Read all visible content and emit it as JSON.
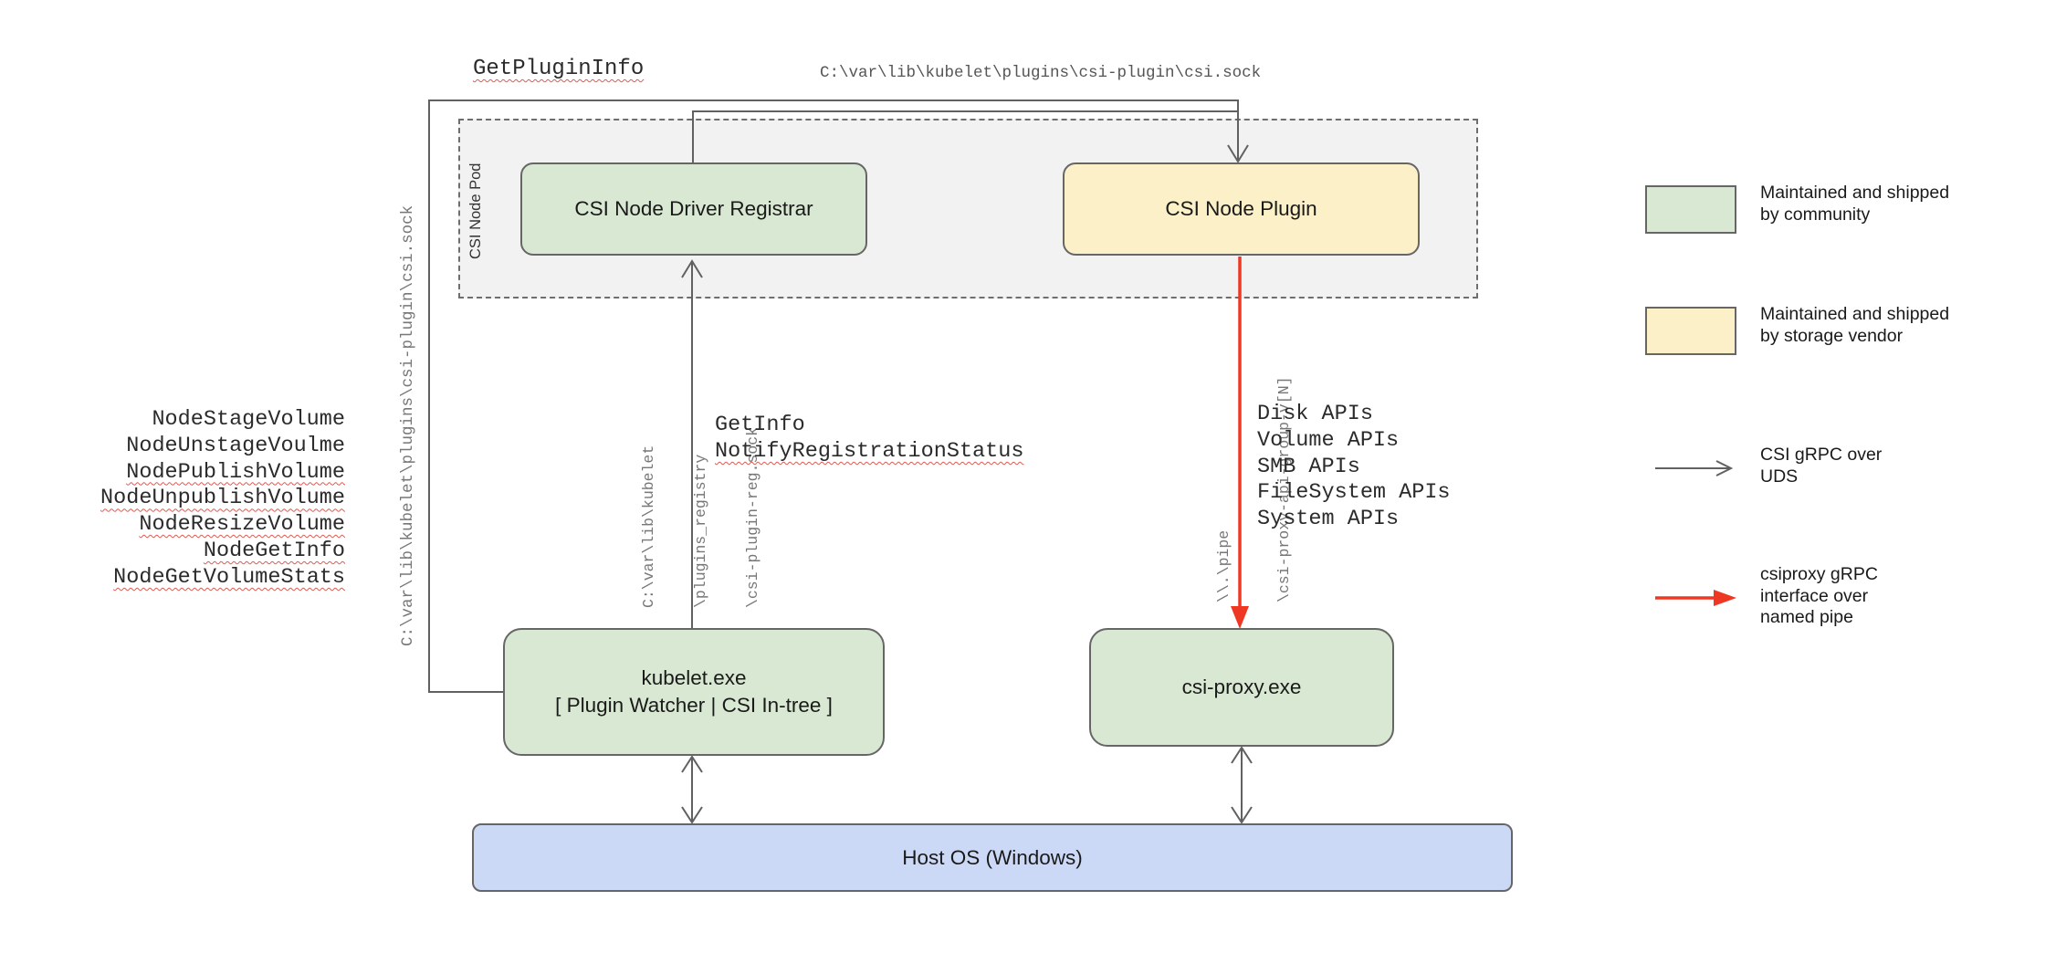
{
  "colors": {
    "community_green": "#d9e8d3",
    "vendor_yellow": "#fbf0c7",
    "host_blue": "#ccd9f6",
    "line_gray": "#616161",
    "pipe_red": "#ef3823",
    "squiggle_red": "#dd5a50",
    "pod_fill": "#f2f2f2"
  },
  "boxes": {
    "pod": "CSI Node Pod",
    "registrar": "CSI Node Driver Registrar",
    "plugin": "CSI Node Plugin",
    "kubelet_line1": "kubelet.exe",
    "kubelet_line2": "[ Plugin Watcher | CSI In-tree ]",
    "csi_proxy": "csi-proxy.exe",
    "host": "Host OS (Windows)"
  },
  "labels": {
    "get_plugin_info": "GetPluginInfo",
    "csi_sock_top": "C:\\var\\lib\\kubelet\\plugins\\csi-plugin\\csi.sock",
    "csi_sock_left": "C:\\var\\lib\\kubelet\\plugins\\csi-plugin\\csi.sock",
    "registry_sock": [
      "C:\\var\\lib\\kubelet",
      "\\plugins_registry",
      "\\csi-plugin-reg.sock"
    ],
    "pipe": [
      "\\\\.\\pipe",
      "\\csi-proxy-api-group-v[N]"
    ],
    "get_info": "GetInfo",
    "notify": "NotifyRegistrationStatus"
  },
  "lists": {
    "node_apis": [
      "NodeStageVolume",
      "NodeUnstageVoulme",
      "NodePublishVolume",
      "NodeUnpublishVolume",
      "NodeResizeVolume",
      "NodeGetInfo",
      "NodeGetVolumeStats"
    ],
    "proxy_apis": [
      "Disk APIs",
      "Volume APIs",
      "SMB APIs",
      "FileSystem APIs",
      "System APIs"
    ]
  },
  "legend": [
    {
      "swatch": "green",
      "lines": [
        "Maintained and shipped",
        "by community"
      ]
    },
    {
      "swatch": "yellow",
      "lines": [
        "Maintained and shipped",
        "by storage vendor"
      ]
    },
    {
      "arrow": "gray",
      "lines": [
        "CSI gRPC over",
        "UDS"
      ]
    },
    {
      "arrow": "red",
      "lines": [
        "csiproxy gRPC",
        "interface over",
        "named pipe"
      ]
    }
  ]
}
